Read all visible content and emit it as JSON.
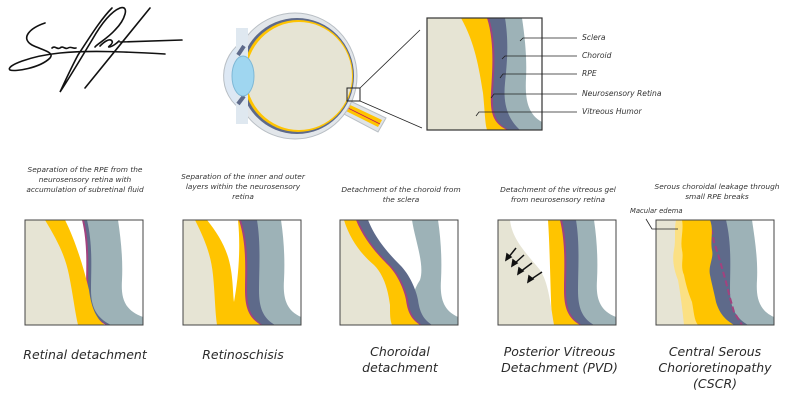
{
  "signature": {
    "icon": "signature-icon"
  },
  "anatomy": {
    "eye_icon": "eye-cross-section-icon",
    "magnified_layers": [
      {
        "label": "Sclera",
        "color": "#9db2b7"
      },
      {
        "label": "Choroid",
        "color": "#5e6a8a"
      },
      {
        "label": "RPE",
        "color": "#a2427f"
      },
      {
        "label": "Neurosensory Retina",
        "color": "#ffc400"
      },
      {
        "label": "Vitreous Humor",
        "color": "#e6e4d4"
      }
    ]
  },
  "conditions": [
    {
      "description": "Separation of the RPE from the neurosensory retina with accumulation of subretinal fluid",
      "title": "Retinal detachment"
    },
    {
      "description": "Separation of the inner and outer layers within the neurosensory retina",
      "title": "Retinoschisis"
    },
    {
      "description": "Detachment of the choroid from the sclera",
      "title": "Choroidal detachment"
    },
    {
      "description": "Detachment of the vitreous gel from neurosensory retina",
      "title": "Posterior Vitreous Detachment (PVD)"
    },
    {
      "description": "Serous choroidal leakage through small RPE breaks",
      "title": "Central Serous Chorioretinopathy (CSCR)",
      "annotation": "Macular edema"
    }
  ]
}
